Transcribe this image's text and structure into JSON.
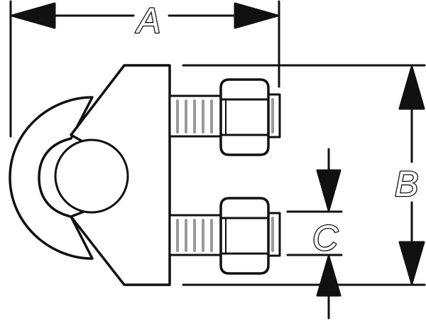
{
  "dimensions": {
    "a": {
      "label": "A"
    },
    "b": {
      "label": "B"
    },
    "c": {
      "label": "C"
    }
  },
  "colors": {
    "line": "#111111",
    "fill": "#ffffff",
    "thread_shade": "#9a9a9a"
  }
}
